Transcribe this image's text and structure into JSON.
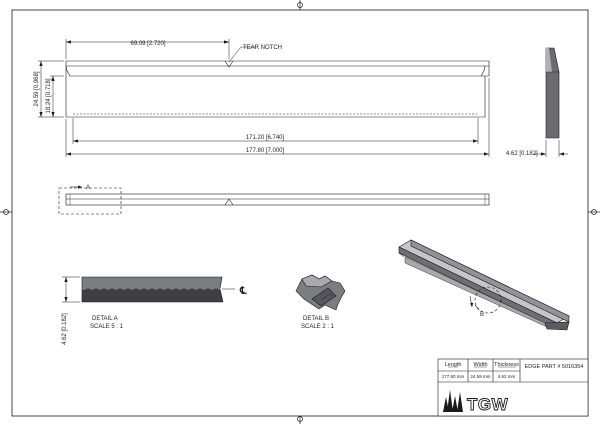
{
  "dimensions": {
    "tear_notch_distance": "69.09 [2.720]",
    "inner_length": "171.20 [6.740]",
    "overall_length": "177.80 [7.000]",
    "overall_height": "24.59 [0.968]",
    "inner_height": "18.24 [0.718]",
    "thickness": "4.62 [0.182]",
    "thickness_detail": "4.62 [0.182]"
  },
  "labels": {
    "tear_notch": "TEAR NOTCH",
    "section_marker": "A",
    "detail_marker": "B",
    "centerline": "℄",
    "detail_a_title": "DETAIL  A",
    "detail_a_scale": "SCALE 5 : 1",
    "detail_b_title": "DETAIL  B",
    "detail_b_scale": "SCALE 2 : 1"
  },
  "title_block": {
    "length_header": "Length",
    "width_header": "Width",
    "thickness_header": "Thickness",
    "length_value": "177.80 mm",
    "width_value": "24.59 mm",
    "thickness_value": "4.62 mm",
    "part_number": "EDGE PART # 5016354",
    "logo_text": "TGW"
  },
  "colors": {
    "line": "#1a1a1a",
    "part_dark": "#5a5a60",
    "part_mid": "#7b7b82",
    "part_light": "#a4a4aa",
    "part_top": "#c8c8cc"
  }
}
